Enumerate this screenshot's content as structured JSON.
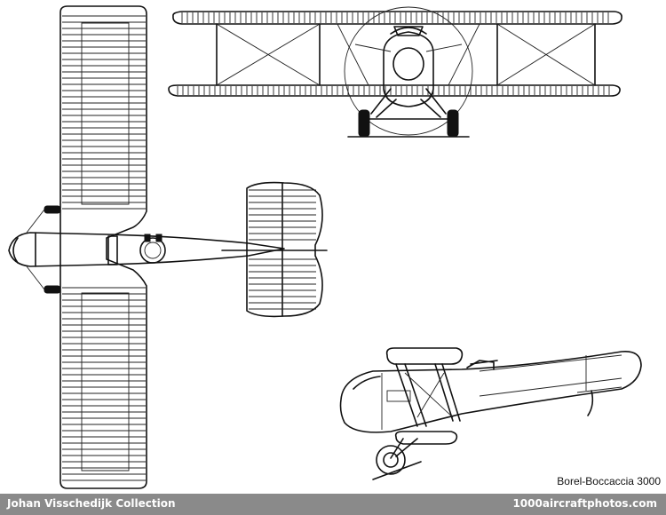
{
  "drawing": {
    "views": [
      "front-view",
      "top-view",
      "side-view"
    ]
  },
  "caption": "Borel-Boccaccia 3000",
  "footer": {
    "collection": "Johan Visschedijk Collection",
    "site": "1000aircraftphotos.com",
    "background": "#8a8a8a",
    "text_color": "#ffffff"
  }
}
